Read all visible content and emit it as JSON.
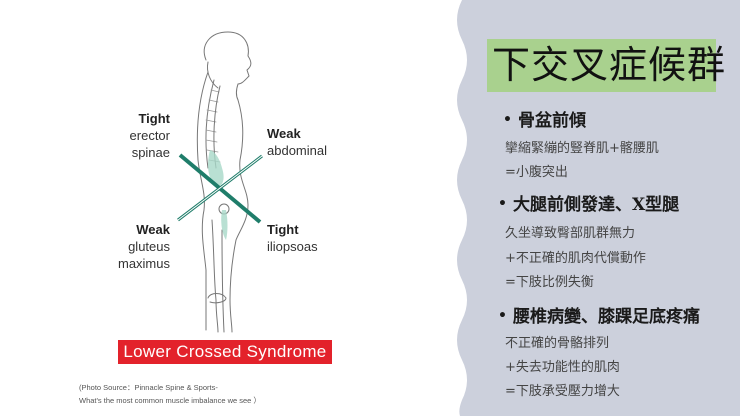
{
  "slide": {
    "title": "下交叉症候群",
    "colors": {
      "panel_bg": "#ccd0dc",
      "title_bg": "#a9d18e",
      "line_teal": "#1f7d6a",
      "banner_red": "#e3222b"
    },
    "bullets": [
      {
        "heading": "骨盆前傾",
        "lines": [
          "攣縮緊繃的豎脊肌+髂腰肌",
          "=小腹突出"
        ]
      },
      {
        "heading": "大腿前側發達、X型腿",
        "lines": [
          "久坐導致臀部肌群無力",
          "+不正確的肌肉代償動作",
          "=下肢比例失衡"
        ]
      },
      {
        "heading": "腰椎病變、膝踝足底疼痛",
        "lines": [
          "不正確的骨骼排列",
          "+失去功能性的肌肉",
          "=下肢承受壓力增大"
        ]
      }
    ]
  },
  "figure": {
    "labels": {
      "top_left": {
        "bold": "Tight",
        "line1": "erector",
        "line2": "spinae"
      },
      "top_right": {
        "bold": "Weak",
        "line1": "abdominal"
      },
      "bottom_left": {
        "bold": "Weak",
        "line1": "gluteus",
        "line2": "maximus"
      },
      "bottom_right": {
        "bold": "Tight",
        "line1": "iliopsoas"
      }
    },
    "banner": "Lower Crossed Syndrome",
    "source_line1": "(Photo Source：Pinnacle Spine & Sports-",
    "source_line2": "What's the most common muscle imbalance we see ）"
  }
}
